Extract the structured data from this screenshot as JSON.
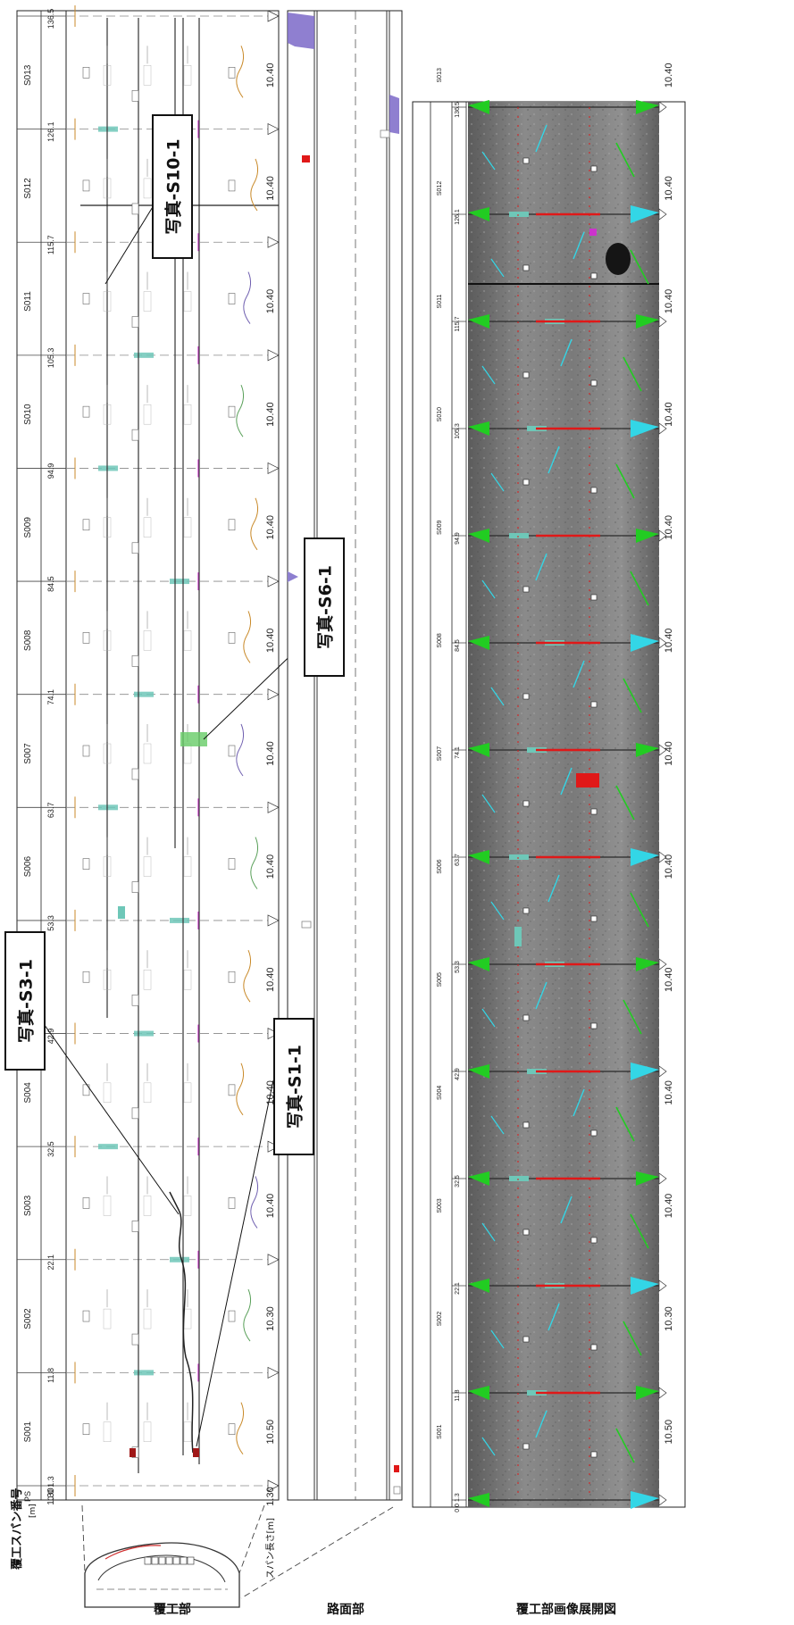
{
  "titles": {
    "span_number_axis": "覆工スパン番号",
    "span_length_axis": "スパン長さ[m]",
    "unit_m": "[m]",
    "ps_label": "PS"
  },
  "section_labels": {
    "lining": "覆工部",
    "road_surface": "路面部",
    "lining_image": "覆工部画像展開図"
  },
  "callouts": [
    {
      "id": "s10-1",
      "text": "写真-S10-1"
    },
    {
      "id": "s6-1",
      "text": "写真-S6-1"
    },
    {
      "id": "s3-1",
      "text": "写真-S3-1"
    },
    {
      "id": "s1-1",
      "text": "写真-S1-1"
    }
  ],
  "spans": [
    "S001",
    "S002",
    "S003",
    "S004",
    "S005",
    "S006",
    "S007",
    "S008",
    "S009",
    "S010",
    "S011",
    "S012",
    "S013"
  ],
  "span_lengths": [
    "10.50",
    "10.30",
    "10.40",
    "10.40",
    "10.40",
    "10.40",
    "10.40",
    "10.40",
    "10.40",
    "10.40",
    "10.40",
    "10.40",
    "10.40"
  ],
  "start_length": "1.30",
  "station_marks": [
    "0 0 1.3",
    "11.8",
    "22.1",
    "32.5",
    "42.9",
    "53.3",
    "63.7",
    "74.1",
    "84.5",
    "94.9",
    "105.3",
    "115.7",
    "126.1",
    "136.5"
  ],
  "colors": {
    "crack_green": "#22cc22",
    "crack_cyan": "#33d6e6",
    "joint_teal": "#6ec7b8",
    "defect_red": "#e01818",
    "purple_area": "#7b68c8",
    "magenta": "#cc33cc"
  }
}
